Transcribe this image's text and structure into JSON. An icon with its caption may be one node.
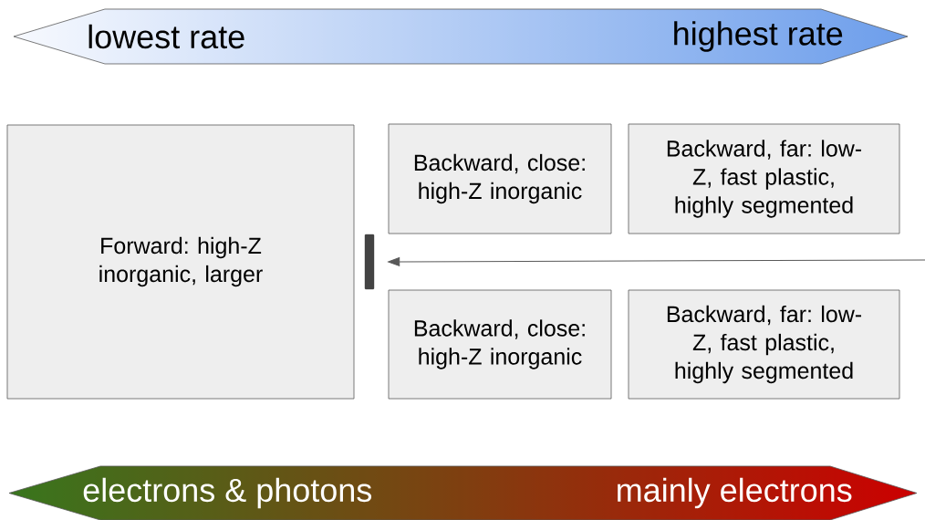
{
  "diagram": {
    "nodes": [
      {
        "text": [
          "lowest rate",
          "highest rate"
        ]
      },
      {
        "text": [
          "Forward: high-Z inorganic, larger"
        ]
      },
      {
        "text": [
          "Backward, close: high-Z inorganic"
        ]
      },
      {
        "text": [
          "Backward, far: low-Z, fast plastic, highly segmented"
        ]
      },
      {
        "text": [
          "Backward, close: high-Z inorganic"
        ]
      },
      {
        "text": [
          "Backward, far: low-Z, fast plastic, highly segmented"
        ]
      },
      {
        "text": [],
        "shape": "bar"
      },
      {
        "text": [
          "electrons & photons",
          "mainly electrons"
        ]
      }
    ],
    "edges": [
      {
        "from": null,
        "to": 6,
        "arrow": "to"
      }
    ]
  }
}
